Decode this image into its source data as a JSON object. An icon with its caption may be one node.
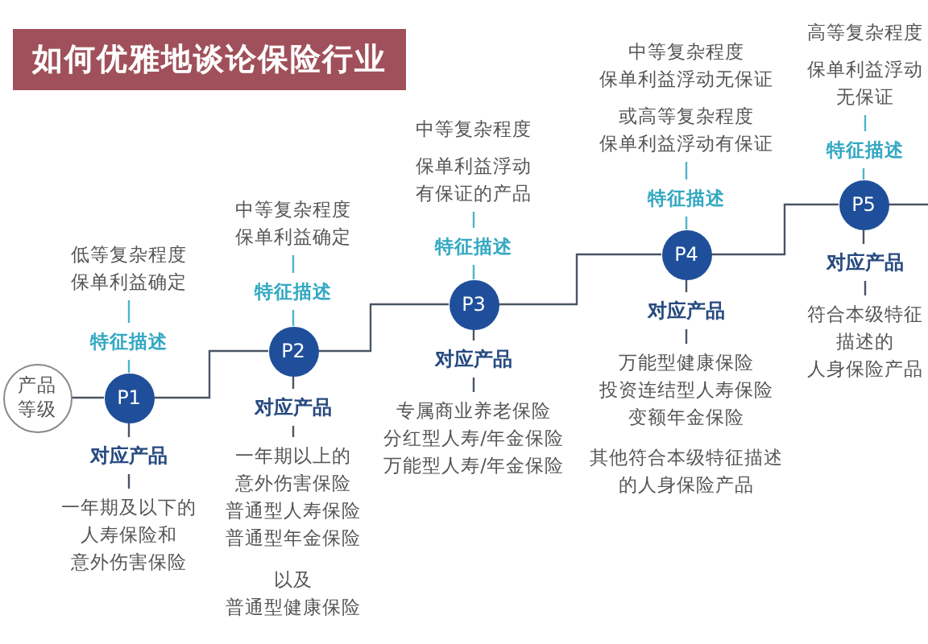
{
  "diagram": {
    "title": "如何优雅地谈论保险行业",
    "nodes": [
      {
        "text": [
          "产品等级"
        ]
      },
      {
        "text": [
          "低等复杂程度保单利益确定"
        ]
      },
      {
        "text": [
          "特征描述"
        ]
      },
      {
        "text": [
          "P1"
        ]
      },
      {
        "text": [
          "对应产品"
        ]
      },
      {
        "text": [
          "一年期及以下的人寿保险和意外伤害保险"
        ]
      },
      {
        "text": [
          "中等复杂程度保单利益确定"
        ]
      },
      {
        "text": [
          "特征描述"
        ]
      },
      {
        "text": [
          "P2"
        ]
      },
      {
        "text": [
          "对应产品"
        ]
      },
      {
        "text": [
          "一年期以上的意外伤害保险普通型人寿保险普通型年金保险",
          "以及普通型健康保险"
        ]
      },
      {
        "text": [
          "中等复杂程度",
          "保单利益浮动有保证的产品"
        ]
      },
      {
        "text": [
          "特征描述"
        ]
      },
      {
        "text": [
          "P3"
        ]
      },
      {
        "text": [
          "对应产品"
        ]
      },
      {
        "text": [
          "专属商业养老保险分红型人寿/年金保险万能型人寿/年金保险"
        ]
      },
      {
        "text": [
          "中等复杂程度保单利益浮动无保证",
          "或高等复杂程度保单利益浮动有保证"
        ]
      },
      {
        "text": [
          "特征描述"
        ]
      },
      {
        "text": [
          "P4"
        ]
      },
      {
        "text": [
          "对应产品"
        ]
      },
      {
        "text": [
          "万能型健康保险投资连结型人寿保险变额年金保险",
          "其他符合本级特征描述的人身保险产品"
        ]
      },
      {
        "text": [
          "高等复杂程度",
          "保单利益浮动无保证"
        ]
      },
      {
        "text": [
          "特征描述"
        ]
      },
      {
        "text": [
          "P5"
        ]
      },
      {
        "text": [
          "对应产品"
        ]
      },
      {
        "text": [
          "符合本级特征描述的人身保险产品"
        ]
      }
    ],
    "edges": [
      {
        "from": 0,
        "to": 3,
        "arrow": "none"
      },
      {
        "from": 3,
        "to": 8,
        "arrow": "none"
      },
      {
        "from": 8,
        "to": 13,
        "arrow": "none"
      },
      {
        "from": 13,
        "to": 18,
        "arrow": "none"
      },
      {
        "from": 18,
        "to": 23,
        "arrow": "none"
      },
      {
        "from": 23,
        "to": null,
        "arrow": "none"
      },
      {
        "from": 3,
        "to": 2,
        "arrow": "none",
        "color": "#4cb5ca"
      },
      {
        "from": 2,
        "to": 1,
        "arrow": "none",
        "color": "#4cb5ca"
      },
      {
        "from": 3,
        "to": 4,
        "arrow": "none"
      },
      {
        "from": 4,
        "to": 5,
        "arrow": "none"
      },
      {
        "from": 8,
        "to": 7,
        "arrow": "none",
        "color": "#4cb5ca"
      },
      {
        "from": 7,
        "to": 6,
        "arrow": "none",
        "color": "#4cb5ca"
      },
      {
        "from": 8,
        "to": 9,
        "arrow": "none"
      },
      {
        "from": 9,
        "to": 10,
        "arrow": "none"
      },
      {
        "from": 13,
        "to": 12,
        "arrow": "none",
        "color": "#4cb5ca"
      },
      {
        "from": 12,
        "to": 11,
        "arrow": "none",
        "color": "#4cb5ca"
      },
      {
        "from": 13,
        "to": 14,
        "arrow": "none"
      },
      {
        "from": 14,
        "to": 15,
        "arrow": "none"
      },
      {
        "from": 18,
        "to": 17,
        "arrow": "none",
        "color": "#4cb5ca"
      },
      {
        "from": 17,
        "to": 16,
        "arrow": "none",
        "color": "#4cb5ca"
      },
      {
        "from": 18,
        "to": 19,
        "arrow": "none"
      },
      {
        "from": 19,
        "to": 20,
        "arrow": "none"
      },
      {
        "from": 23,
        "to": 22,
        "arrow": "none",
        "color": "#4cb5ca"
      },
      {
        "from": 22,
        "to": 21,
        "arrow": "none",
        "color": "#4cb5ca"
      },
      {
        "from": 23,
        "to": 24,
        "arrow": "none"
      },
      {
        "from": 24,
        "to": 25,
        "arrow": "none"
      }
    ]
  }
}
